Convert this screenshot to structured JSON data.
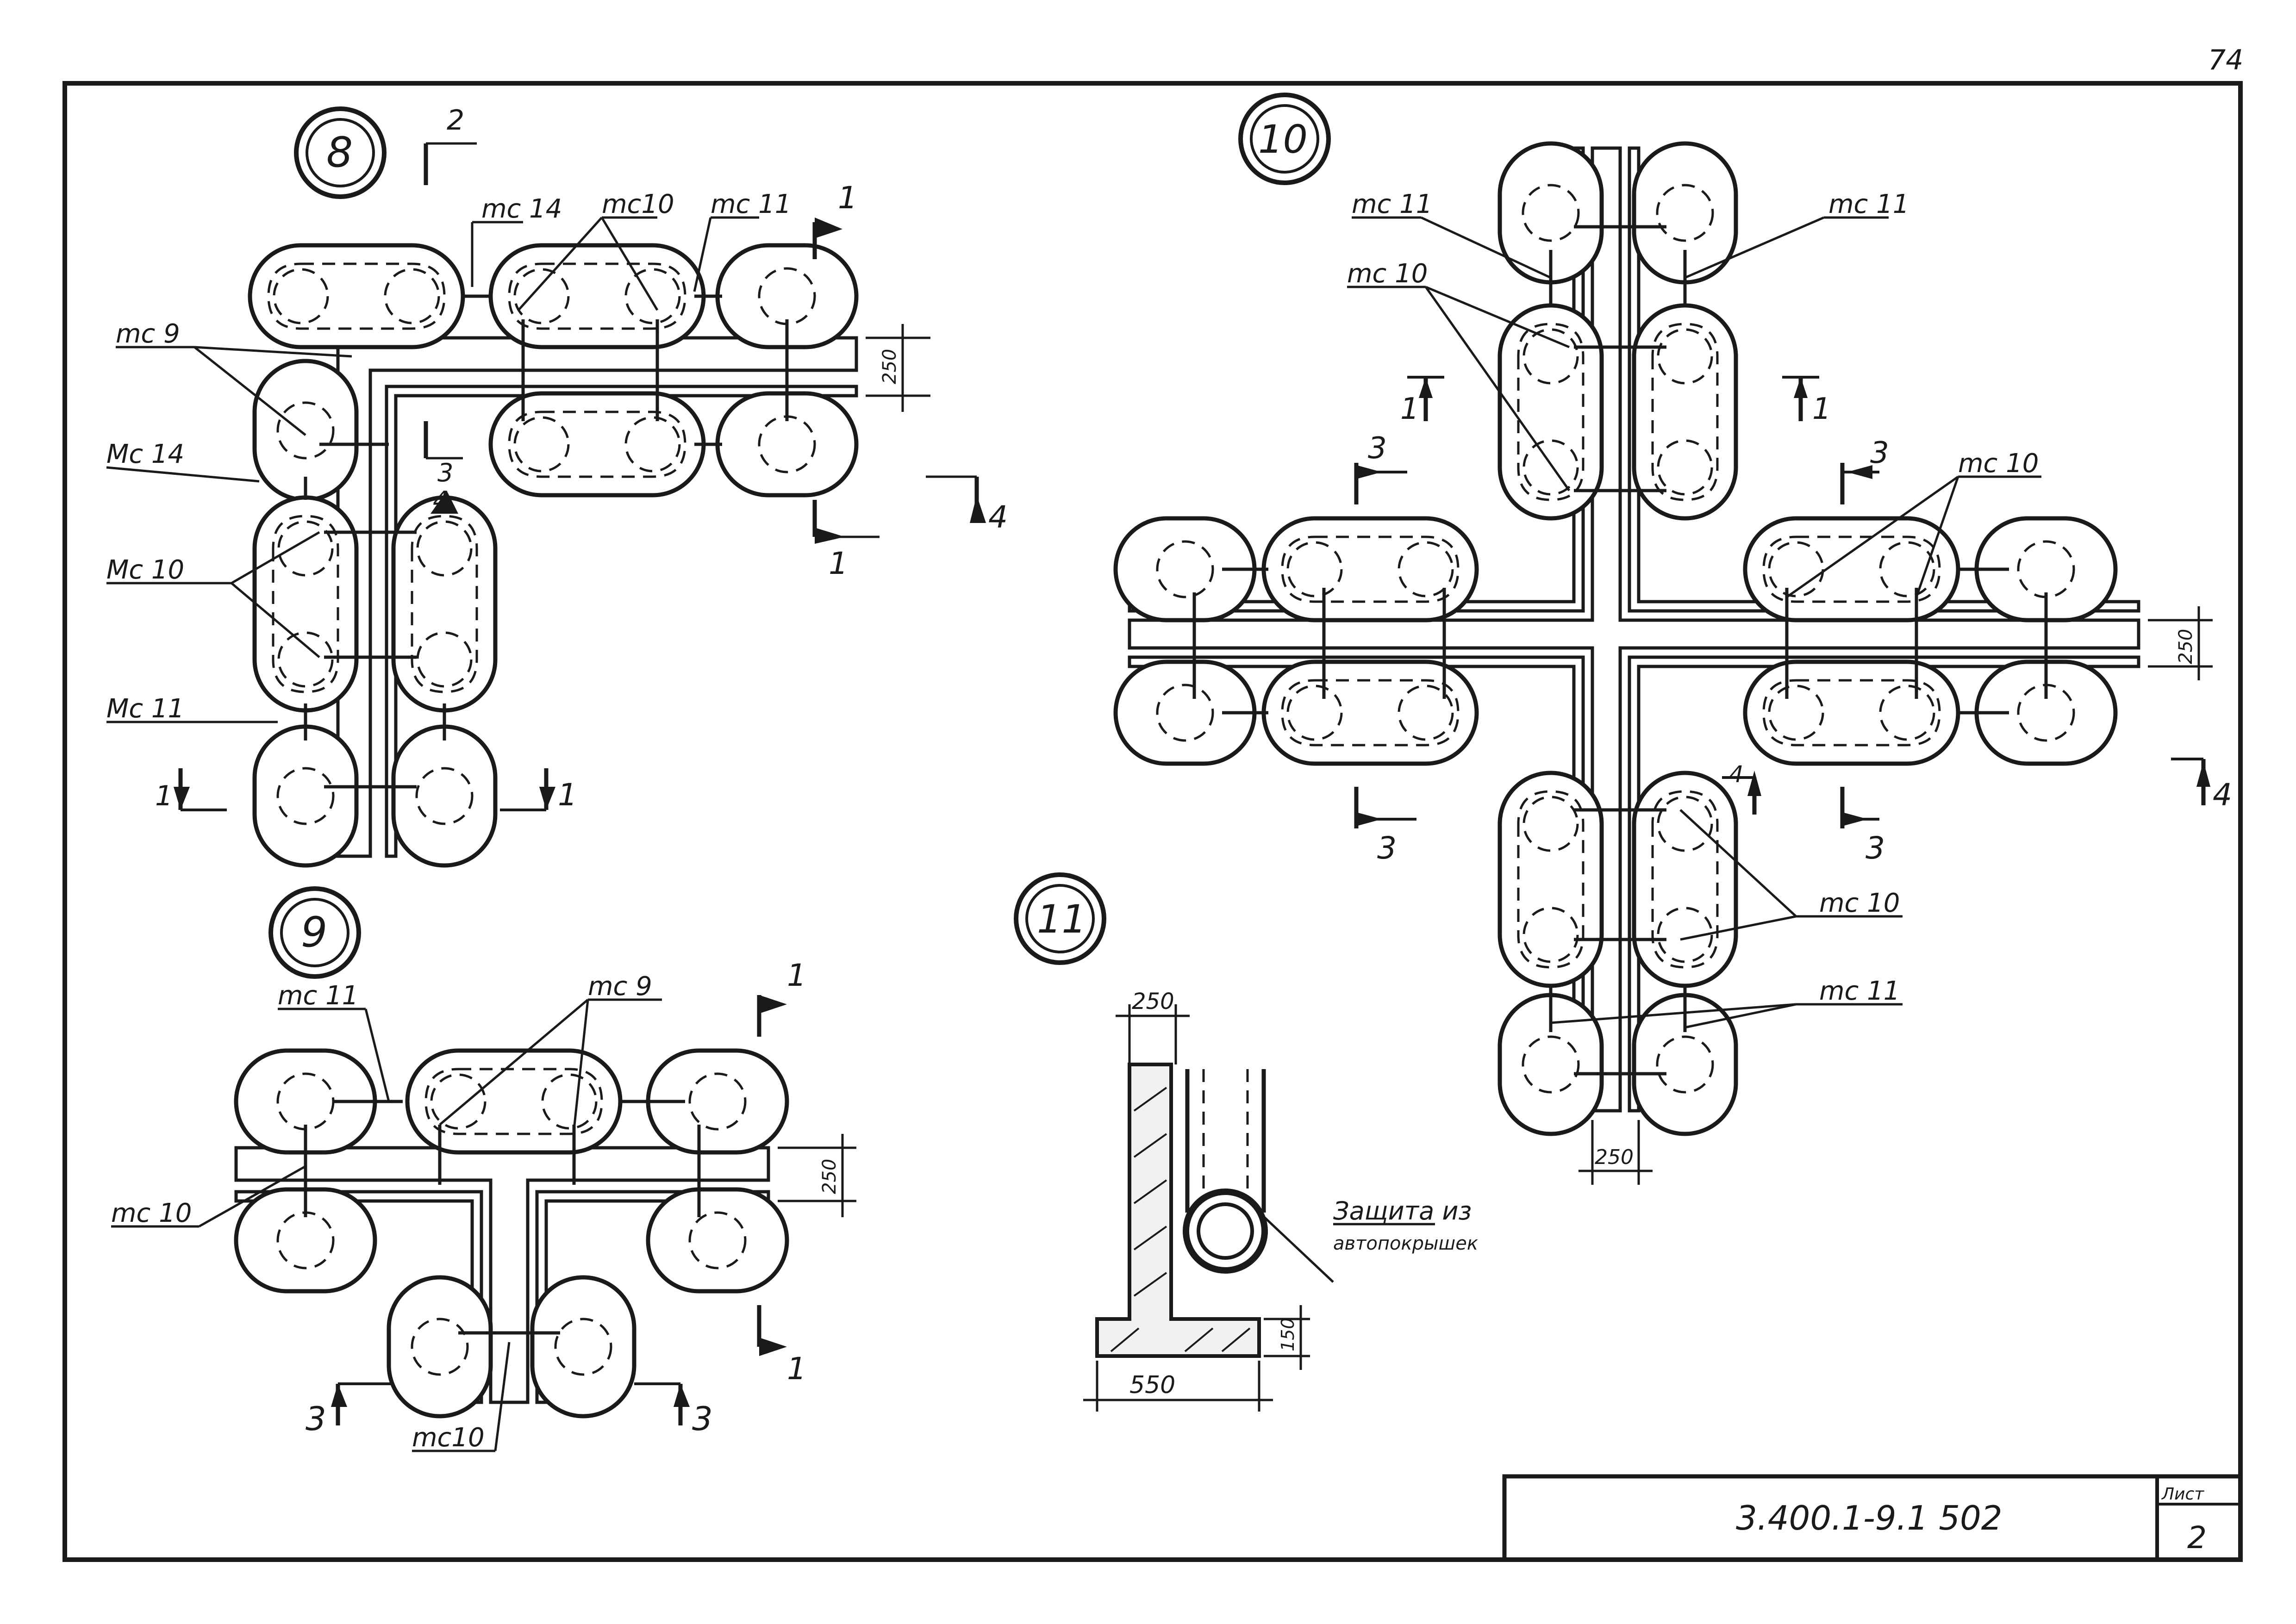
{
  "sheet": {
    "page_number": "74",
    "doc_code": "3.400.1-9.1  502",
    "sheet_label": "Лист",
    "sheet_number": "2"
  },
  "detail8": {
    "number": "8",
    "labels": {
      "mc14_top": "mc 14",
      "mc10_top": "mc10",
      "mc11_top": "mc 11",
      "mc9": "mc 9",
      "mc14_left": "Mc 14",
      "mc10_left": "Mc 10",
      "mc11_left": "Mc 11"
    },
    "dim_250": "250",
    "sections": {
      "s2": "2",
      "s1_top": "1",
      "s1_right": "1",
      "s3": "3",
      "s4a": "4",
      "s4b": "4",
      "s1_bl": "1",
      "s1_br": "1"
    }
  },
  "detail9": {
    "number": "9",
    "labels": {
      "mc11": "mc 11",
      "mc9": "mc 9",
      "mc10_left": "mc 10",
      "mc10_bottom": "mc10"
    },
    "dim_250": "250",
    "sections": {
      "s1_top": "1",
      "s1_bottom": "1",
      "s3_left": "3",
      "s3_right": "3"
    }
  },
  "detail10": {
    "number": "10",
    "labels": {
      "mc11_tl": "mc 11",
      "mc11_tr": "mc 11",
      "mc10_tl": "mc 10",
      "mc10_r": "mc 10",
      "mc10_br": "mc 10",
      "mc11_br": "mc 11"
    },
    "dim_250_right": "250",
    "dim_250_bottom": "250",
    "sections": {
      "s1_l": "1",
      "s1_r": "1",
      "s3_tl": "3",
      "s3_tr": "3",
      "s3_bl": "3",
      "s3_br": "3",
      "s4_c": "4",
      "s4_r": "4"
    }
  },
  "detail11": {
    "number": "11",
    "dim_top": "250",
    "dim_bottom": "550",
    "dim_side": "150",
    "note_line1": "Защита из",
    "note_line2": "автопокрышек"
  }
}
